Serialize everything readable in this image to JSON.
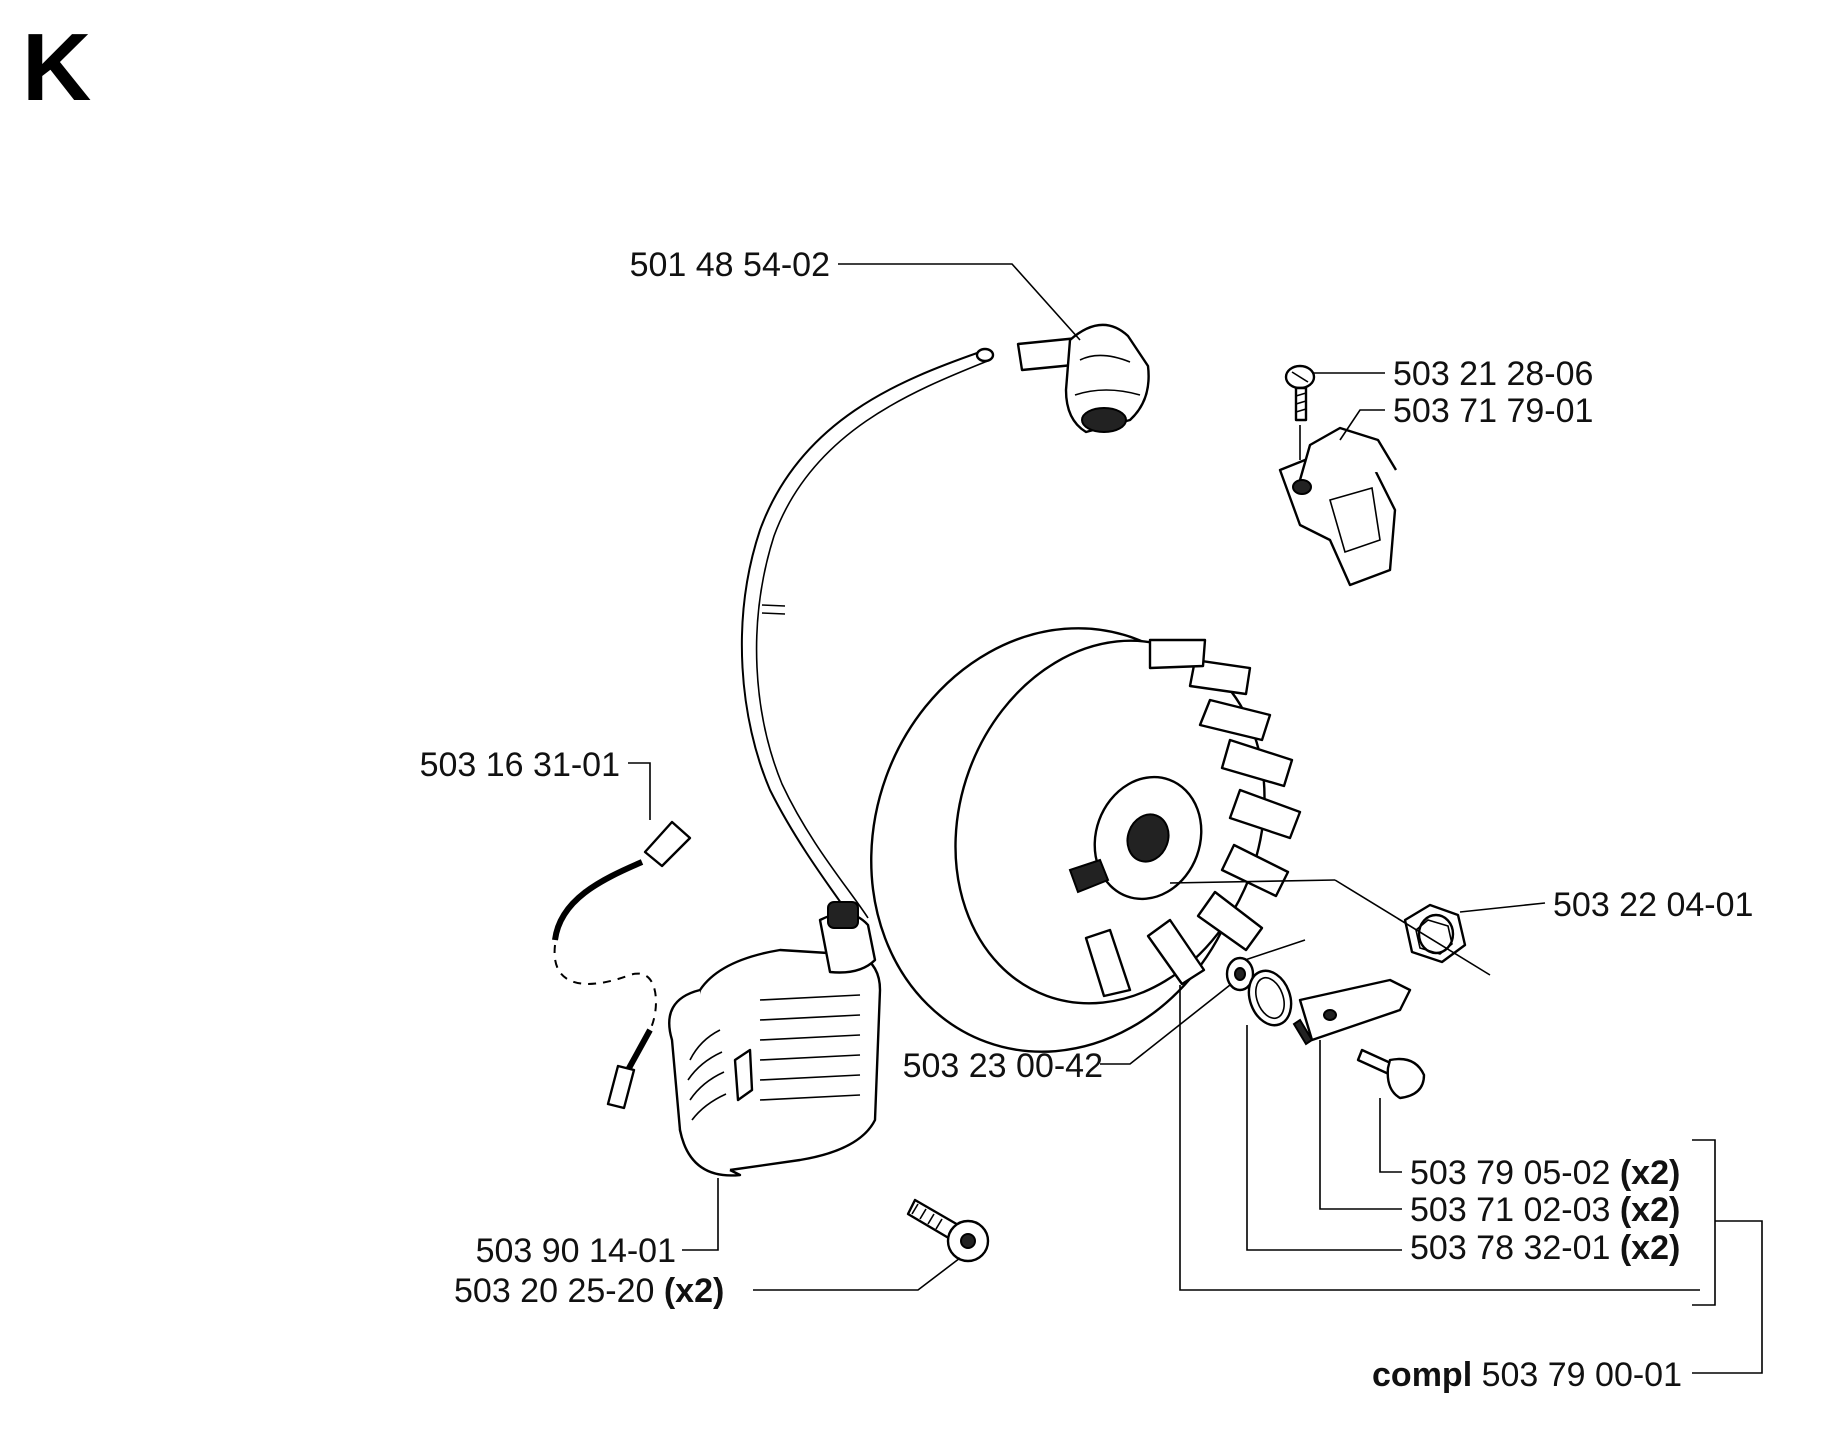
{
  "section_letter": "K",
  "parts": {
    "p1": {
      "number": "501 48 54-02",
      "qty": ""
    },
    "p2": {
      "number": "503 21 28-06",
      "qty": ""
    },
    "p3": {
      "number": "503 71 79-01",
      "qty": ""
    },
    "p4": {
      "number": "503 16 31-01",
      "qty": ""
    },
    "p5": {
      "number": "503 22 04-01",
      "qty": ""
    },
    "p6": {
      "number": "503 23 00-42",
      "qty": ""
    },
    "p7": {
      "number": "503 79 05-02",
      "qty": "(x2)"
    },
    "p8": {
      "number": "503 71 02-03",
      "qty": "(x2)"
    },
    "p9": {
      "number": "503 78 32-01",
      "qty": "(x2)"
    },
    "p10": {
      "number": "503 90 14-01",
      "qty": ""
    },
    "p11": {
      "number": "503 20 25-20",
      "qty": "(x2)"
    }
  },
  "assembly": {
    "prefix": "compl",
    "number": "503 79 00-01"
  }
}
